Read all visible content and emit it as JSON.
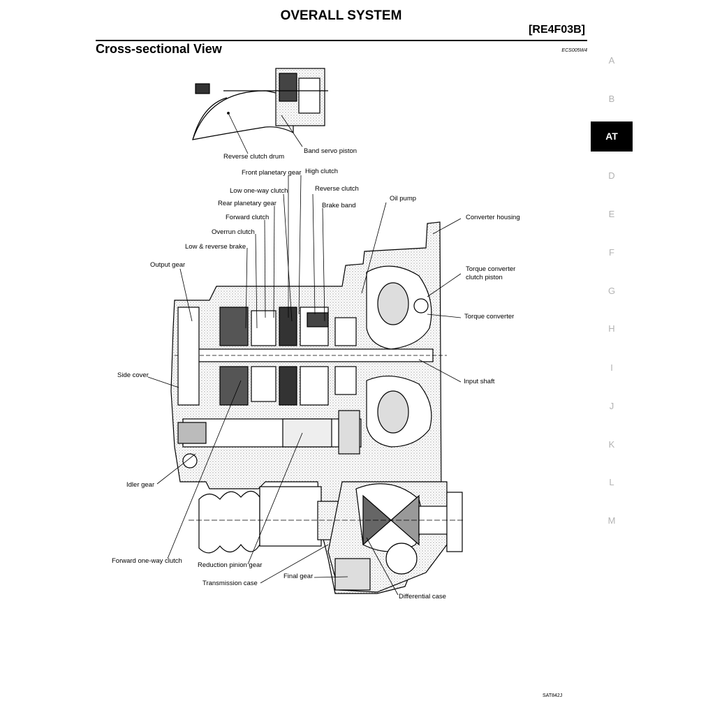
{
  "header": {
    "title": "OVERALL SYSTEM",
    "model_code": "[RE4F03B]"
  },
  "section": {
    "title": "Cross-sectional View",
    "ref_code": "ECS005W4"
  },
  "side_tabs": [
    {
      "label": "A",
      "active": false
    },
    {
      "label": "B",
      "active": false
    },
    {
      "label": "AT",
      "active": true
    },
    {
      "label": "D",
      "active": false
    },
    {
      "label": "E",
      "active": false
    },
    {
      "label": "F",
      "active": false
    },
    {
      "label": "G",
      "active": false
    },
    {
      "label": "H",
      "active": false
    },
    {
      "label": "I",
      "active": false
    },
    {
      "label": "J",
      "active": false
    },
    {
      "label": "K",
      "active": false
    },
    {
      "label": "L",
      "active": false
    },
    {
      "label": "M",
      "active": false
    }
  ],
  "labels": {
    "reverse_clutch_drum": "Reverse clutch drum",
    "band_servo_piston": "Band servo piston",
    "front_planetary_gear": "Front planetary gear",
    "high_clutch": "High clutch",
    "low_one_way_clutch": "Low one-way clutch",
    "reverse_clutch": "Reverse clutch",
    "rear_planetary_gear": "Rear planetary gear",
    "brake_band": "Brake band",
    "oil_pump": "Oil pump",
    "forward_clutch": "Forward clutch",
    "converter_housing": "Converter housing",
    "overrun_clutch": "Overrun clutch",
    "low_reverse_brake": "Low & reverse brake",
    "output_gear": "Output gear",
    "torque_converter_clutch_piston_1": "Torque converter",
    "torque_converter_clutch_piston_2": "clutch piston",
    "torque_converter": "Torque converter",
    "side_cover": "Side cover",
    "input_shaft": "Input shaft",
    "idler_gear": "Idler gear",
    "forward_one_way_clutch": "Forward one-way clutch",
    "reduction_pinion_gear": "Reduction pinion gear",
    "transmission_case": "Transmission case",
    "final_gear": "Final gear",
    "differential_case": "Differential case"
  },
  "figure_code": "SAT842J"
}
